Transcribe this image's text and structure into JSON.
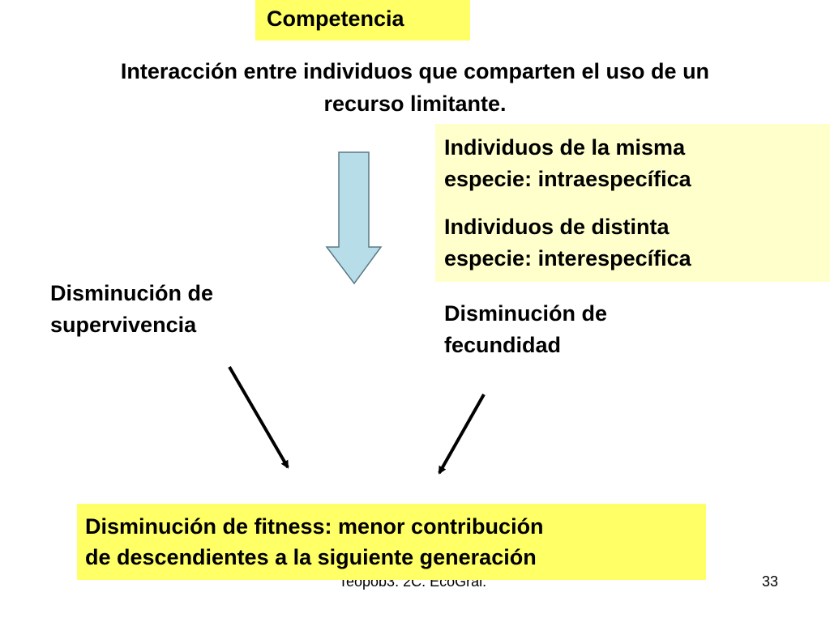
{
  "title": "Competencia",
  "definition": {
    "line1": "Interacción entre individuos que comparten el uso de un",
    "line2": "recurso limitante."
  },
  "types": {
    "intra_line1": "Individuos de la misma",
    "intra_line2": "especie: intraespecífica",
    "inter_line1": "Individuos de distinta",
    "inter_line2": "especie: interespecífica"
  },
  "effects": {
    "survival_line1": "Disminución de",
    "survival_line2": "supervivencia",
    "fecundity_line1": "Disminución de",
    "fecundity_line2": "fecundidad"
  },
  "result": {
    "line1": "Disminución de fitness: menor contribución",
    "line2": "de descendientes a la siguiente generación"
  },
  "footer": {
    "source": "Teopob3. 2C.  EcoGral.",
    "page_number": "33"
  },
  "colors": {
    "highlight_yellow": "#ffff66",
    "pale_yellow": "#ffffcc",
    "arrow_fill": "#b7dde8"
  }
}
